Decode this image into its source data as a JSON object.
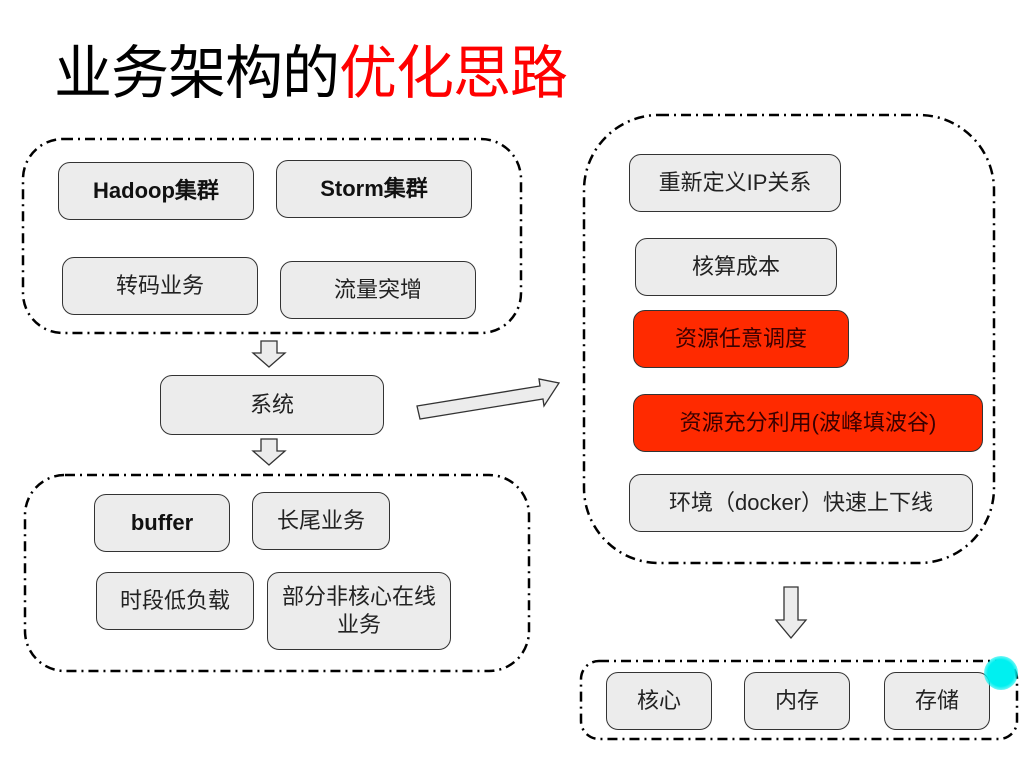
{
  "title": {
    "prefix": "业务架构的",
    "highlight": "优化思路",
    "highlight_color": "#ff0000"
  },
  "source_group": {
    "items": [
      {
        "label": "Hadoop集群",
        "bold": true
      },
      {
        "label": "Storm集群",
        "bold": true
      },
      {
        "label": "转码业务",
        "bold": false
      },
      {
        "label": "流量突增",
        "bold": false
      }
    ]
  },
  "system_box": {
    "label": "系统"
  },
  "idle_group": {
    "items": [
      {
        "label": "buffer",
        "bold": true
      },
      {
        "label": "长尾业务",
        "bold": false
      },
      {
        "label": "时段低负载",
        "bold": false
      },
      {
        "label": "部分非核心在线业务",
        "bold": false
      }
    ]
  },
  "optimization_group": {
    "items": [
      {
        "label": "重新定义IP关系",
        "highlighted": false
      },
      {
        "label": "核算成本",
        "highlighted": false
      },
      {
        "label": "资源任意调度",
        "highlighted": true
      },
      {
        "label": "资源充分利用(波峰填波谷)",
        "highlighted": true
      },
      {
        "label": "环境（docker）快速上下线",
        "highlighted": false
      }
    ],
    "highlight_color": "#ff2a00"
  },
  "resource_group": {
    "items": [
      {
        "label": "核心"
      },
      {
        "label": "内存"
      },
      {
        "label": "存储"
      }
    ]
  },
  "arrows": [
    {
      "name": "source-to-system",
      "direction": "down"
    },
    {
      "name": "system-to-idle",
      "direction": "down"
    },
    {
      "name": "system-to-optimization",
      "direction": "right-up"
    },
    {
      "name": "optimization-to-resources",
      "direction": "down"
    }
  ]
}
